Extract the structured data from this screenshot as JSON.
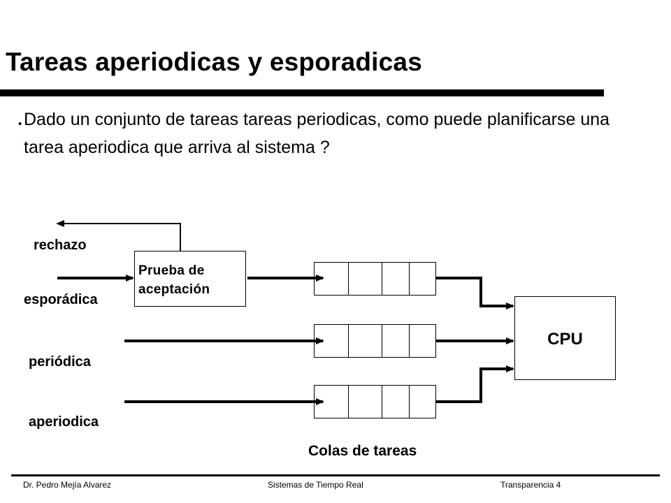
{
  "slide": {
    "title": "Tareas aperiodicas y esporadicas",
    "bullet": "Dado un conjunto de tareas tareas periodicas, como puede planificarse una tarea aperiodica que arriva al sistema ?"
  },
  "diagram": {
    "labels": {
      "rechazo": "rechazo",
      "esporadica": "esporádica",
      "periodica": "periódica",
      "aperiodica": "aperiodica"
    },
    "acceptance_test": [
      "Prueba de",
      "aceptación"
    ],
    "cpu": "CPU",
    "queues_caption": "Colas de tareas"
  },
  "footer": {
    "author": "Dr. Pedro Mejía Alvarez",
    "course": "Sistemas de Tiempo Real",
    "slide": "Transparencia 4"
  }
}
